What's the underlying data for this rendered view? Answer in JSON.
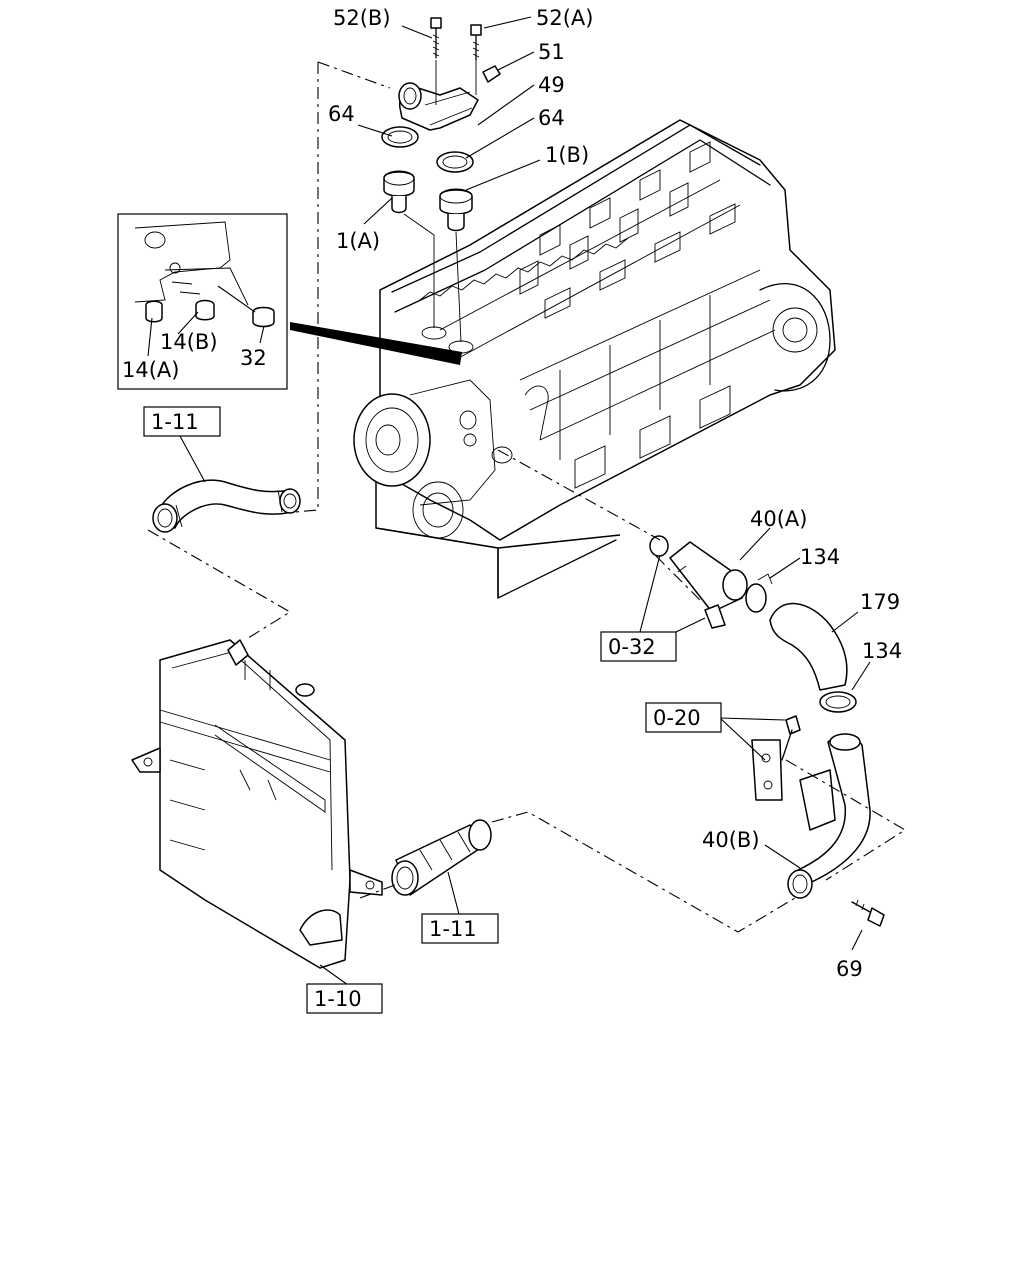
{
  "callouts": {
    "c52b": "52(B)",
    "c52a": "52(A)",
    "c51": "51",
    "c49": "49",
    "c64_left": "64",
    "c64_right": "64",
    "c1b": "1(B)",
    "c1a": "1(A)",
    "c14b": "14(B)",
    "c14a": "14(A)",
    "c32": "32",
    "c40a": "40(A)",
    "c134_top": "134",
    "c179": "179",
    "c134_bottom": "134",
    "c40b": "40(B)",
    "c69": "69"
  },
  "refs": {
    "r1_11_top": "1-11",
    "r0_32": "0-32",
    "r0_20": "0-20",
    "r1_11_bottom": "1-11",
    "r1_10": "1-10"
  }
}
